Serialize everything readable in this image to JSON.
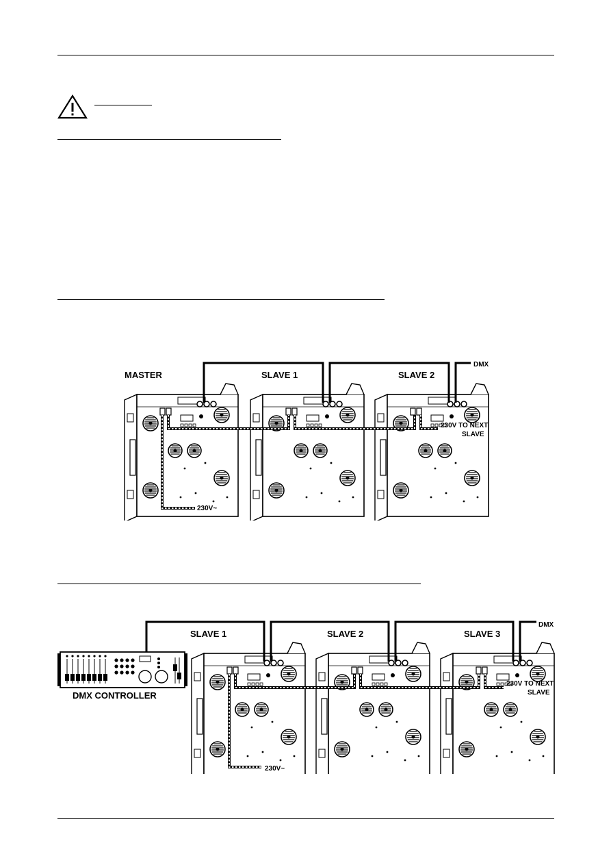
{
  "figure1": {
    "labels": {
      "master": "MASTER",
      "slave1": "SLAVE 1",
      "slave2": "SLAVE 2",
      "dmx": "DMX",
      "power_next_line1": "230V TO NEXT",
      "power_next_line2": "SLAVE",
      "power_in": "230V~"
    }
  },
  "figure2": {
    "labels": {
      "slave1": "SLAVE 1",
      "slave2": "SLAVE 2",
      "slave3": "SLAVE 3",
      "dmx": "DMX",
      "controller": "DMX CONTROLLER",
      "power_next_line1": "230V TO NEXT",
      "power_next_line2": "SLAVE",
      "power_in": "230V~"
    }
  },
  "icons": {
    "warning": "warning-triangle-icon"
  }
}
